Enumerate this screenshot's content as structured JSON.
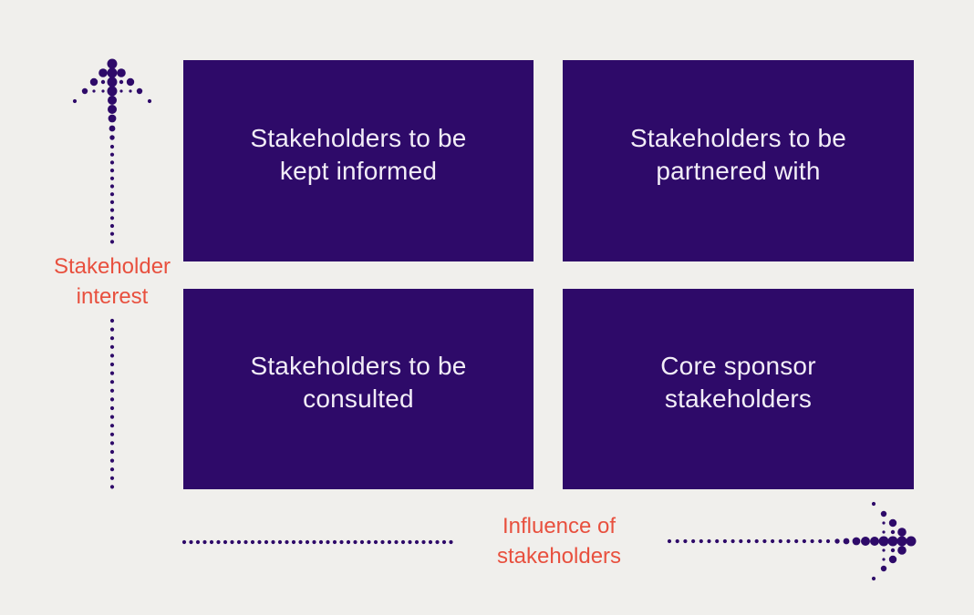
{
  "diagram": {
    "type": "2x2-matrix",
    "quadrants": [
      {
        "position": "top-left",
        "label": "Stakeholders to be\nkept informed"
      },
      {
        "position": "top-right",
        "label": "Stakeholders to be\npartnered with"
      },
      {
        "position": "bottom-left",
        "label": "Stakeholders to be\nconsulted"
      },
      {
        "position": "bottom-right",
        "label": "Core sponsor\nstakeholders"
      }
    ],
    "y_axis": {
      "label": "Stakeholder\ninterest",
      "arrow_icon": "dotted-arrow-up-icon",
      "direction": "up"
    },
    "x_axis": {
      "label": "Influence of\nstakeholders",
      "arrow_icon": "dotted-arrow-right-icon",
      "direction": "right"
    }
  },
  "colors": {
    "background": "#f0efec",
    "quadrant_fill": "#2e0a69",
    "quadrant_text": "#f2edf7",
    "axis_label_text": "#e8503e",
    "arrow_dots": "#2e0a69"
  }
}
